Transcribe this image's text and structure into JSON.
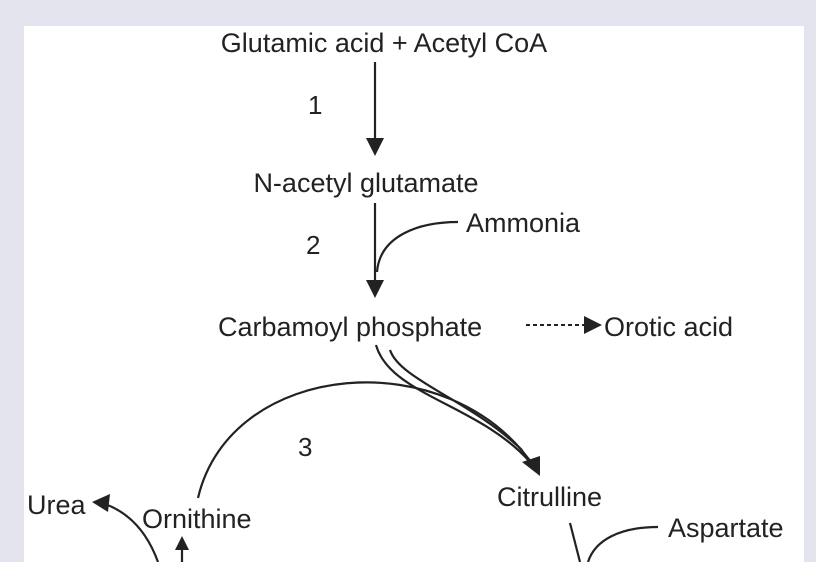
{
  "diagram": {
    "nodes": {
      "glutamic_acid": "Glutamic acid + Acetyl CoA",
      "n_acetyl_glutamate": "N-acetyl glutamate",
      "ammonia": "Ammonia",
      "carbamoyl_phosphate": "Carbamoyl phosphate",
      "orotic_acid": "Orotic acid",
      "citrulline": "Citrulline",
      "aspartate": "Aspartate",
      "ornithine": "Ornithine",
      "urea": "Urea"
    },
    "steps": {
      "step1": "1",
      "step2": "2",
      "step3": "3"
    },
    "colors": {
      "background": "#e4e4ee",
      "panel": "#ffffff",
      "ink": "#222222"
    }
  }
}
